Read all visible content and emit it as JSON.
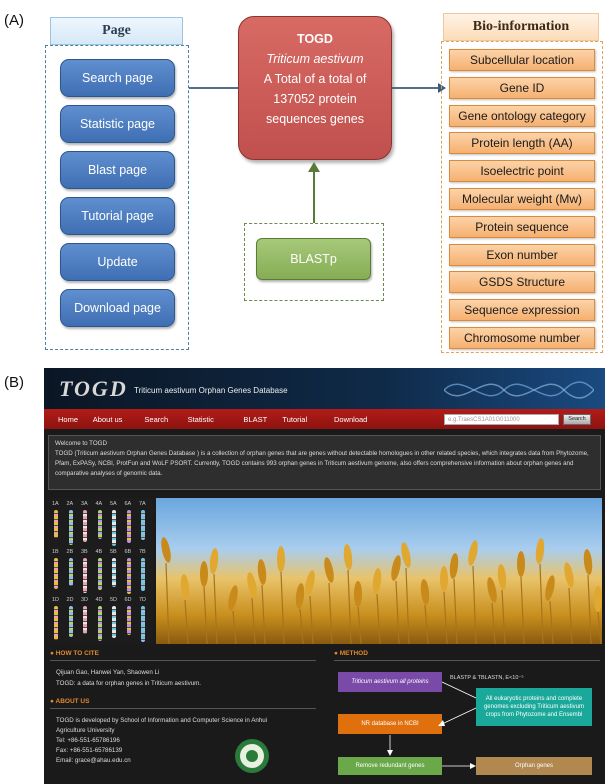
{
  "panel_a": {
    "label": "(A)",
    "page_header": "Page",
    "pages": [
      "Search page",
      "Statistic page",
      "Blast page",
      "Tutorial page",
      "Update",
      "Download page"
    ],
    "center": {
      "line1": "TOGD",
      "line2": "Triticum aestivum",
      "line3": "A Total of a total of",
      "line4": "137052 protein",
      "line5": "sequences genes"
    },
    "blastp": "BLASTp",
    "bio_header": "Bio-information",
    "bio_items": [
      "Subcellular location",
      "Gene ID",
      "Gene ontology category",
      "Protein length (AA)",
      "Isoelectric point",
      "Molecular weight (Mw)",
      "Protein sequence",
      "Exon number",
      "GSDS Structure",
      "Sequence expression",
      "Chromosome number"
    ]
  },
  "panel_b": {
    "label": "(B)",
    "logo": "TOGD",
    "site_title": "Triticum aestivum Orphan Genes Database",
    "nav": [
      "Home",
      "About us",
      "Search",
      "Statistic",
      "BLAST",
      "Tutorial",
      "Download"
    ],
    "search_placeholder": "e.g.TraesCS1A01G011000",
    "search_button": "Search",
    "welcome_title": "Welcome to TOGD",
    "welcome_text": "TOGD (Triticum aestivum Orphan Genes Database ) is a collection of orphan genes that are genes without detectable homologues in other related species, which integrates data from Phytozome, Pfam, ExPASy, NCBI, ProtFun and WoLF PSORT. Currently, TOGD contains 993 orphan genes in Triticum aestivum genome, also offers comprehensive information about orphan genes and comparative analyses of genomic data.",
    "chrom_rows": [
      [
        "1A",
        "2A",
        "3A",
        "4A",
        "5A",
        "6A",
        "7A"
      ],
      [
        "1B",
        "2B",
        "3B",
        "4B",
        "5B",
        "6B",
        "7B"
      ],
      [
        "1D",
        "2D",
        "3D",
        "4D",
        "5D",
        "6D",
        "7D"
      ]
    ],
    "how_to_cite": "HOW TO CITE",
    "cite_authors": "Qijuan Gao, Hanwei Yan, Shaowen Li",
    "cite_title": "TOGD: a data for orphan genes in Triticum aestivum.",
    "about_us": "ABOUT US",
    "about_lines": [
      "TOGD is developed by School of Information and Computer Science in Anhui",
      "Agriculture University",
      "Tel: +86-551-65786196",
      "Fax: +86-551-65786139",
      "Email: grace@ahau.edu.cn"
    ],
    "method": "METHOD",
    "method_steps": {
      "all_proteins": "Triticum aestivum all proteins",
      "blast": "BLASTP & TBLASTN, E<10⁻⁵",
      "eukaryotic": "All eukaryotic proteins and complete genomes excluding Triticum aestivum crops from Phytozome and Ensembl",
      "nr": "NR database in NCBI",
      "remove": "Remove redundant genes",
      "orphan": "Orphan genes"
    }
  }
}
